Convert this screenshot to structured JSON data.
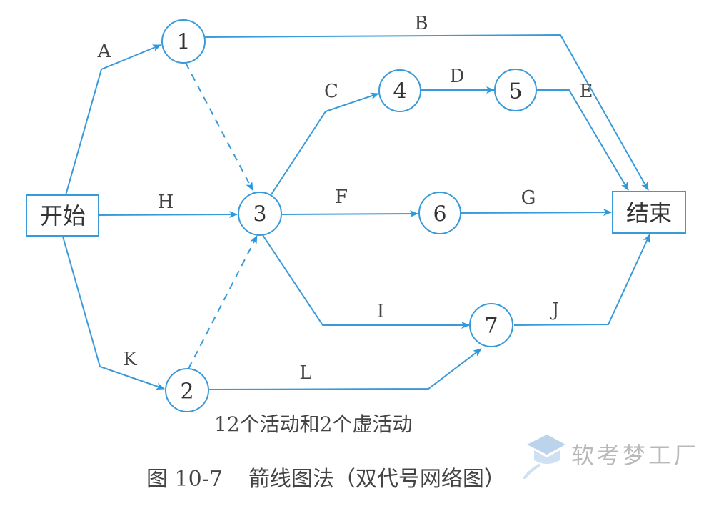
{
  "diagram": {
    "type": "activity-on-arrow network (dual-code network diagram)",
    "start_label": "开始",
    "end_label": "结束",
    "nodes": [
      {
        "id": "1",
        "label": "1"
      },
      {
        "id": "2",
        "label": "2"
      },
      {
        "id": "3",
        "label": "3"
      },
      {
        "id": "4",
        "label": "4"
      },
      {
        "id": "5",
        "label": "5"
      },
      {
        "id": "6",
        "label": "6"
      },
      {
        "id": "7",
        "label": "7"
      }
    ],
    "activities": [
      {
        "label": "A",
        "from": "开始",
        "to": "1",
        "dummy": false
      },
      {
        "label": "B",
        "from": "1",
        "to": "结束",
        "dummy": false
      },
      {
        "label": "C",
        "from": "3",
        "to": "4",
        "dummy": false
      },
      {
        "label": "D",
        "from": "4",
        "to": "5",
        "dummy": false
      },
      {
        "label": "E",
        "from": "5",
        "to": "结束",
        "dummy": false
      },
      {
        "label": "F",
        "from": "3",
        "to": "6",
        "dummy": false
      },
      {
        "label": "G",
        "from": "6",
        "to": "结束",
        "dummy": false
      },
      {
        "label": "H",
        "from": "开始",
        "to": "3",
        "dummy": false
      },
      {
        "label": "I",
        "from": "3",
        "to": "7",
        "dummy": false
      },
      {
        "label": "J",
        "from": "7",
        "to": "结束",
        "dummy": false
      },
      {
        "label": "K",
        "from": "开始",
        "to": "2",
        "dummy": false
      },
      {
        "label": "L",
        "from": "2",
        "to": "7",
        "dummy": false
      },
      {
        "label": "",
        "from": "1",
        "to": "3",
        "dummy": true
      },
      {
        "label": "",
        "from": "2",
        "to": "3",
        "dummy": true
      }
    ],
    "colors": {
      "edge": "#3a9ad9",
      "text": "#333333"
    }
  },
  "subcaption": "12个活动和2个虚活动",
  "caption": {
    "figure_number": "图 10-7",
    "title": "箭线图法（双代号网络图）"
  },
  "watermark": {
    "text": "软考梦工厂"
  }
}
